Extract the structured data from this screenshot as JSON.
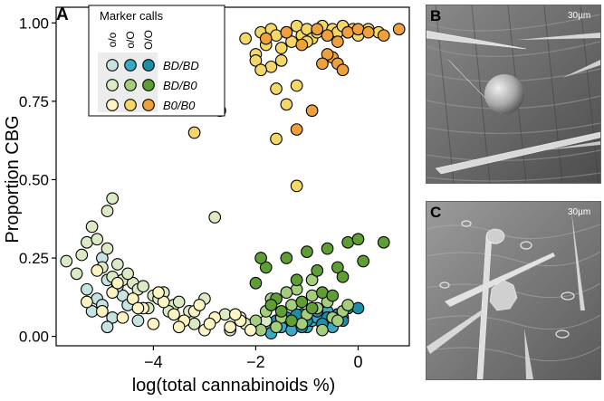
{
  "panels": {
    "A": "A",
    "B": "B",
    "C": "C"
  },
  "scale_bar_B": "30µm",
  "scale_bar_C": "30µm",
  "chart_data": {
    "type": "scatter",
    "xlabel": "log(total cannabinoids %)",
    "ylabel": "Proportion CBG",
    "xlim": [
      -5.9,
      1.0
    ],
    "ylim": [
      -0.03,
      1.05
    ],
    "xticks": [
      -4,
      -2,
      0
    ],
    "xtick_labels": [
      "−4",
      "−2",
      "0"
    ],
    "yticks": [
      0.0,
      0.25,
      0.5,
      0.75,
      1.0
    ],
    "ytick_labels": [
      "0.00",
      "0.25",
      "0.50",
      "0.75",
      "1.00"
    ],
    "grid": false,
    "legend": {
      "title": "Marker calls",
      "placement": "top-left",
      "column_labels": [
        "o/o",
        "o/O",
        "O/O"
      ],
      "row_labels": [
        "BD/BD",
        "BD/B0",
        "B0/B0"
      ],
      "colors": [
        [
          "#c5e3e1",
          "#3aaac4",
          "#1c8fa6"
        ],
        [
          "#dbeac4",
          "#a5cd7e",
          "#5e9e35"
        ],
        [
          "#fcf5c3",
          "#f3d867",
          "#eda03b"
        ]
      ]
    },
    "series": [
      {
        "genotype": "BD/BD",
        "marker": "o/o",
        "color": "#c5e3e1",
        "x": [
          -5.3,
          -5.1,
          -5.0,
          -4.9,
          -4.8,
          -4.6,
          -4.5,
          -4.3,
          -4.9,
          -5.2,
          -4.7,
          -4.4,
          -5.0
        ],
        "y": [
          0.15,
          0.12,
          0.1,
          0.18,
          0.06,
          0.13,
          0.1,
          0.05,
          0.03,
          0.08,
          0.16,
          0.12,
          0.25
        ]
      },
      {
        "genotype": "BD/BD",
        "marker": "o/O",
        "color": "#3aaac4",
        "x": [
          -2.1,
          -1.9,
          -1.8,
          -1.6,
          -1.5,
          -1.4,
          -1.2,
          -1.1,
          -1.0,
          -0.9,
          -0.8,
          -0.7,
          -0.6,
          -0.5,
          -0.4,
          -0.3,
          -0.2,
          -1.7,
          -1.3,
          -0.5
        ],
        "y": [
          0.02,
          0.03,
          0.04,
          0.05,
          0.03,
          0.06,
          0.04,
          0.07,
          0.03,
          0.05,
          0.06,
          0.04,
          0.08,
          0.05,
          0.07,
          0.06,
          0.09,
          0.01,
          0.02,
          0.03
        ]
      },
      {
        "genotype": "BD/BD",
        "marker": "O/O",
        "color": "#1c8fa6",
        "x": [
          -1.9,
          -1.6,
          -1.4,
          -1.2,
          -1.0,
          -0.8,
          -0.6,
          -0.4,
          -0.2,
          0.0,
          -1.1,
          -0.7,
          -0.3
        ],
        "y": [
          0.04,
          0.05,
          0.06,
          0.07,
          0.05,
          0.08,
          0.06,
          0.07,
          0.09,
          0.09,
          0.03,
          0.04,
          0.05
        ]
      },
      {
        "genotype": "BD/B0",
        "marker": "o/o",
        "color": "#dbeac4",
        "x": [
          -5.7,
          -5.5,
          -5.3,
          -5.2,
          -5.0,
          -4.9,
          -4.8,
          -4.7,
          -4.6,
          -4.4,
          -4.3,
          -4.2,
          -4.0,
          -3.9,
          -3.8,
          -3.6,
          -3.5,
          -3.3,
          -3.0,
          -2.8,
          -2.6,
          -2.3,
          -2.2,
          -2.0,
          -1.8,
          -4.1,
          -3.7,
          -5.4,
          -5.1,
          -4.5,
          -2.5,
          -3.2,
          -4.8,
          -4.9
        ],
        "y": [
          0.24,
          0.2,
          0.3,
          0.35,
          0.22,
          0.28,
          0.19,
          0.23,
          0.18,
          0.17,
          0.15,
          0.16,
          0.13,
          0.12,
          0.14,
          0.1,
          0.11,
          0.08,
          0.12,
          0.38,
          0.07,
          0.06,
          0.04,
          0.03,
          0.05,
          0.09,
          0.08,
          0.26,
          0.31,
          0.2,
          0.02,
          0.04,
          0.44,
          0.4
        ],
        "note": ""
      },
      {
        "genotype": "BD/B0",
        "marker": "o/O",
        "color": "#a5cd7e",
        "x": [
          -2.0,
          -1.8,
          -1.7,
          -1.5,
          -1.3,
          -1.2,
          -1.0,
          -0.9,
          -0.8,
          -0.6,
          -0.5,
          -0.3,
          -0.2,
          -1.6,
          -1.1,
          -0.7,
          -0.4,
          -1.4,
          -0.9,
          -1.9
        ],
        "y": [
          0.05,
          0.08,
          0.12,
          0.06,
          0.1,
          0.15,
          0.07,
          0.13,
          0.09,
          0.11,
          0.06,
          0.08,
          0.1,
          0.03,
          0.04,
          0.02,
          0.05,
          0.14,
          0.18,
          0.02
        ]
      },
      {
        "genotype": "BD/B0",
        "marker": "O/O",
        "color": "#5e9e35",
        "x": [
          -2.0,
          -1.8,
          -1.6,
          -1.4,
          -1.2,
          -1.0,
          -0.8,
          -0.6,
          -0.4,
          -0.2,
          0.0,
          0.5,
          -1.5,
          -1.1,
          -0.7,
          -0.3,
          -1.9,
          -1.3,
          -0.9,
          -0.5,
          -1.7,
          0.1
        ],
        "y": [
          0.17,
          0.22,
          0.12,
          0.25,
          0.18,
          0.27,
          0.21,
          0.28,
          0.22,
          0.3,
          0.31,
          0.3,
          0.08,
          0.11,
          0.14,
          0.19,
          0.25,
          0.05,
          0.09,
          0.13,
          0.1,
          0.24
        ]
      },
      {
        "genotype": "B0/B0",
        "marker": "o/o",
        "color": "#fcf5c3",
        "x": [
          -5.3,
          -5.0,
          -4.8,
          -4.6,
          -4.4,
          -4.2,
          -4.0,
          -3.8,
          -3.6,
          -3.4,
          -3.2,
          -3.0,
          -2.8,
          -2.5,
          -2.3,
          -5.1,
          -4.7,
          -4.3,
          -3.9,
          -3.5,
          -3.1,
          -2.9,
          -2.4,
          -2.1
        ],
        "y": [
          0.11,
          0.08,
          0.14,
          0.06,
          0.12,
          0.09,
          0.04,
          0.11,
          0.07,
          0.05,
          0.08,
          0.02,
          0.06,
          0.03,
          0.05,
          0.21,
          0.17,
          0.09,
          0.14,
          0.03,
          0.1,
          0.04,
          0.07,
          0.02
        ]
      },
      {
        "genotype": "B0/B0",
        "marker": "o/O",
        "color": "#f3d867",
        "x": [
          -3.2,
          -2.7,
          -2.2,
          -2.0,
          -1.9,
          -1.8,
          -1.7,
          -1.6,
          -1.5,
          -1.4,
          -1.3,
          -1.2,
          -1.1,
          -1.0,
          -0.9,
          -0.8,
          -0.7,
          -0.6,
          -0.5,
          -0.4,
          -0.3,
          -0.2,
          -0.1,
          0.0,
          0.2,
          0.4,
          -1.6,
          -1.4,
          -1.2,
          -1.5,
          -1.6,
          -1.7,
          -1.2,
          -2.0,
          -1.9,
          -1.0
        ],
        "y": [
          0.65,
          0.72,
          0.95,
          0.9,
          0.97,
          0.93,
          0.98,
          0.96,
          0.92,
          0.97,
          0.94,
          0.99,
          0.96,
          0.98,
          0.95,
          0.97,
          0.99,
          0.96,
          0.98,
          0.97,
          0.99,
          0.97,
          0.98,
          0.96,
          0.98,
          0.97,
          0.79,
          0.74,
          0.48,
          0.88,
          0.63,
          0.86,
          0.8,
          0.88,
          0.85,
          0.94
        ]
      },
      {
        "genotype": "B0/B0",
        "marker": "O/O",
        "color": "#eda03b",
        "x": [
          -1.8,
          -1.4,
          -1.1,
          -0.8,
          -0.6,
          -0.5,
          -0.4,
          -0.3,
          -0.2,
          0.0,
          0.2,
          0.5,
          0.8,
          -1.2,
          -0.9,
          -0.6,
          -0.4,
          -0.7
        ],
        "y": [
          0.95,
          0.97,
          0.93,
          0.98,
          0.96,
          0.89,
          0.87,
          0.85,
          0.97,
          0.98,
          0.97,
          0.96,
          0.98,
          0.66,
          0.72,
          0.9,
          0.94,
          0.87
        ]
      }
    ]
  }
}
